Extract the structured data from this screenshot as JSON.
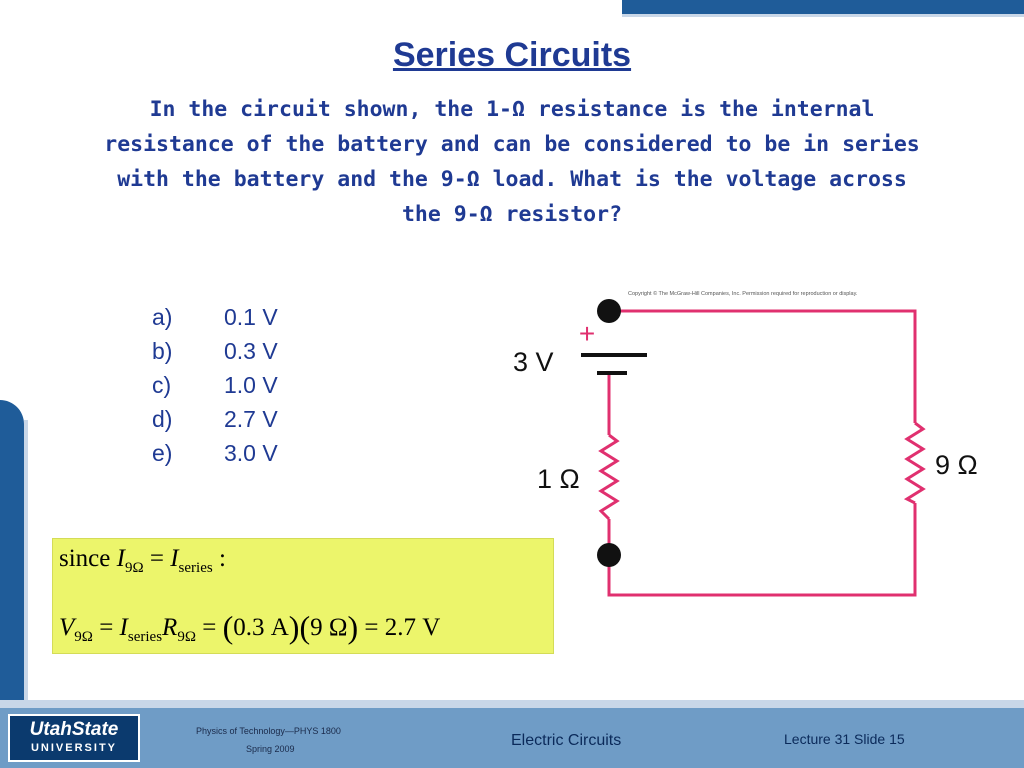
{
  "slide": {
    "title": "Series Circuits",
    "question_lines": [
      "In the circuit shown, the 1-Ω resistance is the internal",
      "resistance of the battery and can be considered to be in series",
      "with the battery and the 9-Ω load.  What is the voltage across",
      "the 9-Ω resistor?"
    ],
    "choices": [
      {
        "letter": "a)",
        "value": "0.1 V"
      },
      {
        "letter": "b)",
        "value": "0.3 V"
      },
      {
        "letter": "c)",
        "value": "1.0 V"
      },
      {
        "letter": "d)",
        "value": "2.7 V"
      },
      {
        "letter": "e)",
        "value": "3.0 V"
      }
    ]
  },
  "figure": {
    "copyright": "Copyright © The McGraw-Hill Companies, Inc. Permission required for reproduction or display.",
    "battery_label": "3 V",
    "plus_sign": "+",
    "internal_resistor_label": "1 Ω",
    "load_resistor_label": "9 Ω",
    "wire_color": "#e0306f"
  },
  "solution": {
    "line1": {
      "since": "since",
      "I": "I",
      "sub_9ohm": "9Ω",
      "eq": "=",
      "sub_series": "series",
      "colon": ":"
    },
    "line2": {
      "V": "V",
      "sub_9ohm": "9Ω",
      "eq": "=",
      "I": "I",
      "sub_series": "series",
      "R": "R",
      "sub_9ohm_r": "9Ω",
      "open1": "(",
      "val1": "0.3 A",
      "close1": ")",
      "open2": "(",
      "val2": "9 Ω",
      "close2": ")",
      "result": "= 2.7 V"
    }
  },
  "footer": {
    "logo_line1": "UtahState",
    "logo_line2": "UNIVERSITY",
    "course": "Physics of Technology—PHYS 1800",
    "term": "Spring 2009",
    "topic": "Electric Circuits",
    "lecture": "Lecture  31   Slide  15"
  },
  "colors": {
    "title": "#1f3a93",
    "frame_blue": "#1f5c99",
    "footer": "#6f9cc6",
    "solution_bg": "#ecf56b"
  }
}
